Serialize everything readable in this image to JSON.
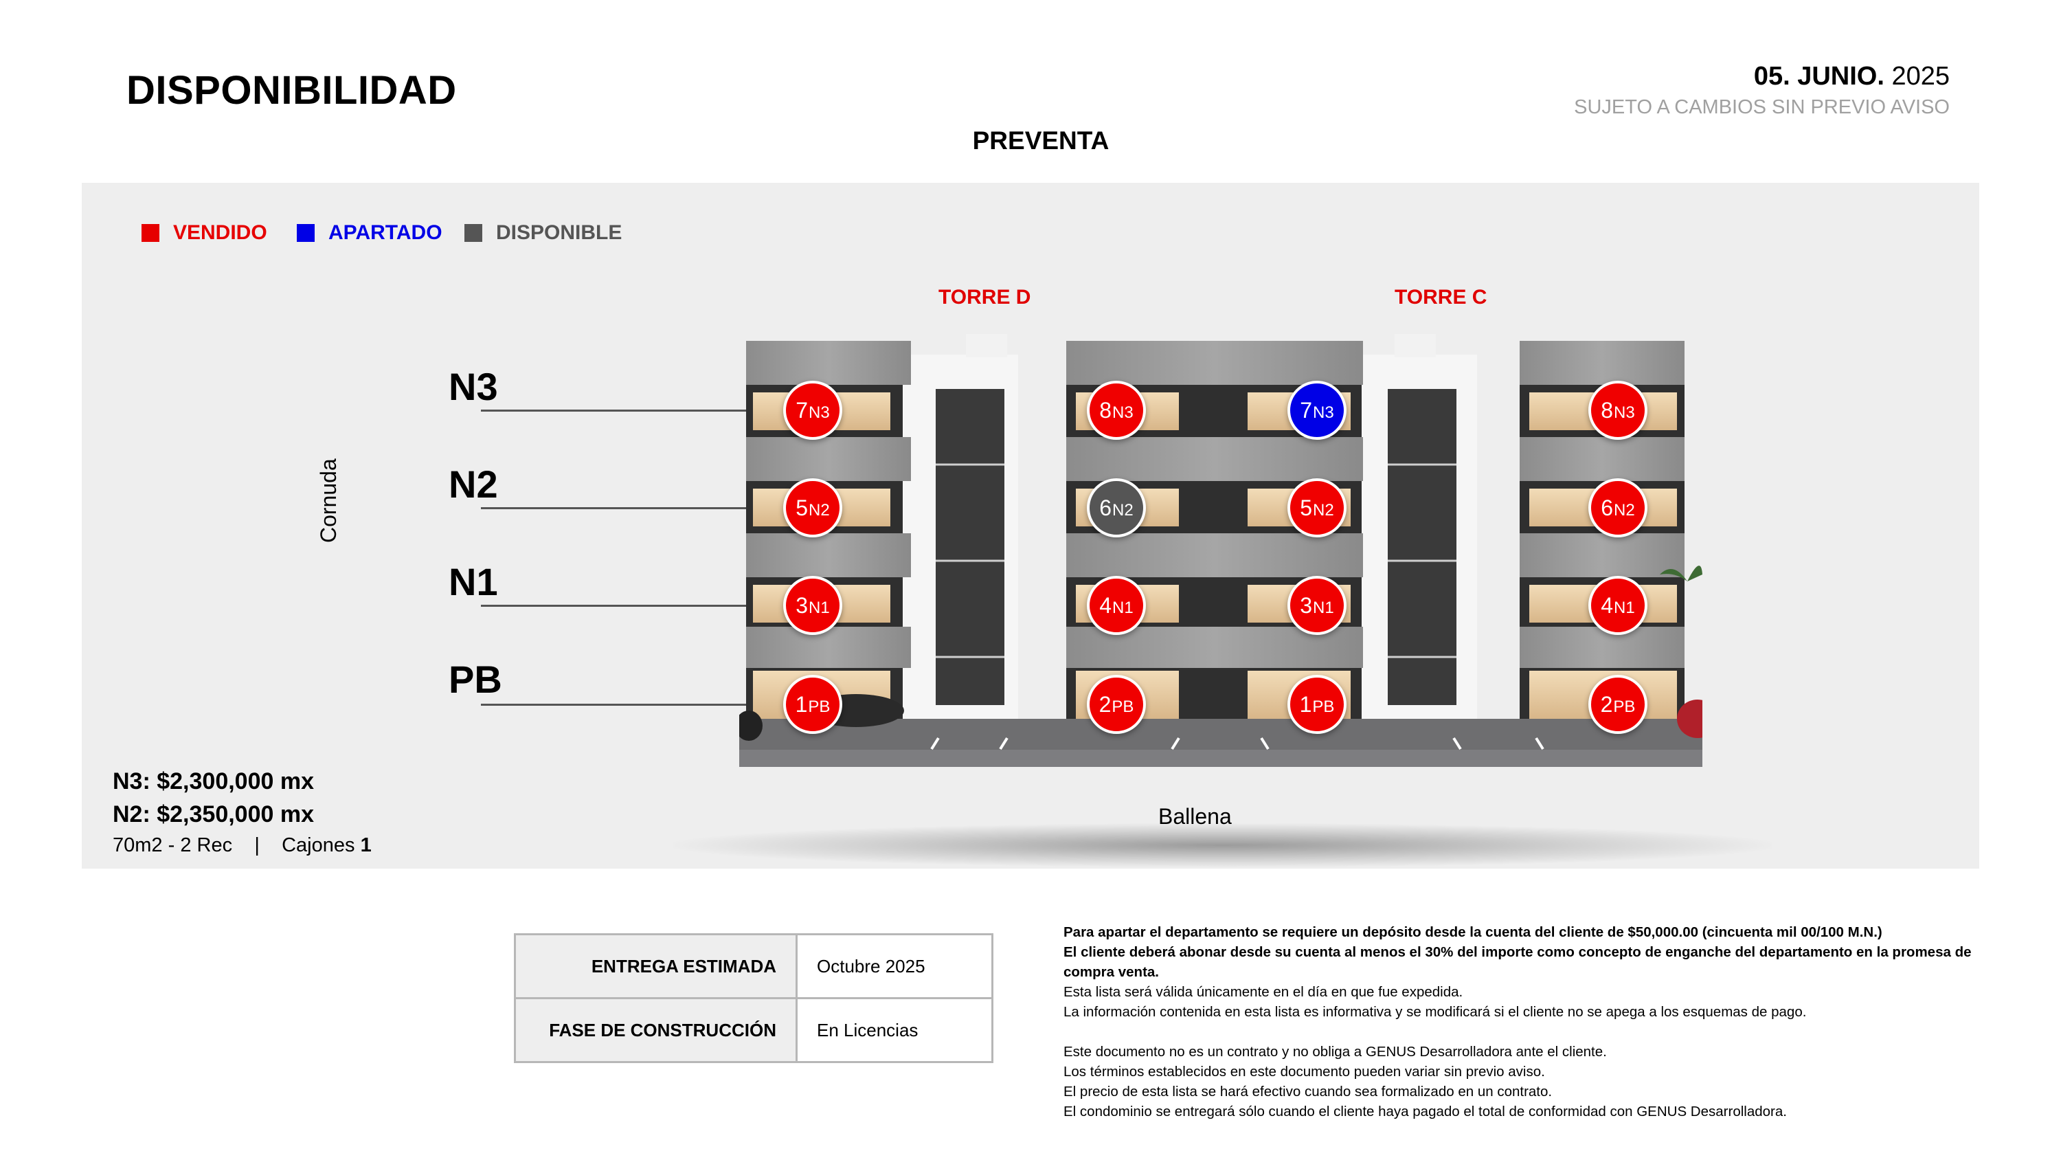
{
  "header": {
    "title": "DISPONIBILIDAD",
    "date_bold": "05. JUNIO.",
    "date_year": "2025",
    "disclaimer": "SUJETO A CAMBIOS SIN PREVIO AVISO",
    "subtitle": "PREVENTA"
  },
  "legend": [
    {
      "label": "VENDIDO",
      "color": "#e60000"
    },
    {
      "label": "APARTADO",
      "color": "#0000e6"
    },
    {
      "label": "DISPONIBLE",
      "color": "#555555"
    }
  ],
  "towers": [
    "TORRE D",
    "TORRE C"
  ],
  "levels": [
    "N3",
    "N2",
    "N1",
    "PB"
  ],
  "streets": {
    "left": "Cornuda",
    "bottom": "Ballena"
  },
  "prices": {
    "n3": "N3: $2,300,000 mx",
    "n2": "N2: $2,350,000 mx",
    "specs_a": "70m2 - 2 Rec",
    "specs_sep": "|",
    "specs_b": "Cajones",
    "specs_c": "1"
  },
  "units": [
    {
      "num": "7",
      "lvl": "N3",
      "status": "vendido"
    },
    {
      "num": "8",
      "lvl": "N3",
      "status": "vendido"
    },
    {
      "num": "7",
      "lvl": "N3",
      "status": "apartado"
    },
    {
      "num": "8",
      "lvl": "N3",
      "status": "vendido"
    },
    {
      "num": "5",
      "lvl": "N2",
      "status": "vendido"
    },
    {
      "num": "6",
      "lvl": "N2",
      "status": "disponible"
    },
    {
      "num": "5",
      "lvl": "N2",
      "status": "vendido"
    },
    {
      "num": "6",
      "lvl": "N2",
      "status": "vendido"
    },
    {
      "num": "3",
      "lvl": "N1",
      "status": "vendido"
    },
    {
      "num": "4",
      "lvl": "N1",
      "status": "vendido"
    },
    {
      "num": "3",
      "lvl": "N1",
      "status": "vendido"
    },
    {
      "num": "4",
      "lvl": "N1",
      "status": "vendido"
    },
    {
      "num": "1",
      "lvl": "PB",
      "status": "vendido"
    },
    {
      "num": "2",
      "lvl": "PB",
      "status": "vendido"
    },
    {
      "num": "1",
      "lvl": "PB",
      "status": "vendido"
    },
    {
      "num": "2",
      "lvl": "PB",
      "status": "vendido"
    }
  ],
  "status_colors": {
    "vendido": "#f00000",
    "apartado": "#0000e6",
    "disponible": "#555555"
  },
  "info_table": {
    "entrega_label": "ENTREGA ESTIMADA",
    "entrega_value": "Octubre 2025",
    "fase_label": "FASE DE CONSTRUCCIÓN",
    "fase_value": "En Licencias"
  },
  "notes": {
    "bold1": "Para apartar el departamento se requiere un depósito desde la cuenta del cliente de $50,000.00 (cincuenta mil 00/100 M.N.)",
    "bold2": "El cliente deberá abonar desde su cuenta al menos el 30% del importe como concepto de enganche del departamento en la promesa de compra venta.",
    "l1": "Esta lista será válida únicamente en el día en que fue expedida.",
    "l2": "La información contenida en esta lista es informativa y se modificará si el cliente no se apega a los esquemas de pago.",
    "l3": "Este documento no es un contrato y no obliga a GENUS Desarrolladora ante el cliente.",
    "l4": "Los términos establecidos en este documento pueden variar sin previo aviso.",
    "l5": "El precio de esta lista se hará efectivo cuando sea formalizado en un contrato.",
    "l6": "El condominio se entregará sólo cuando el cliente haya pagado el total de conformidad con GENUS Desarrolladora."
  }
}
